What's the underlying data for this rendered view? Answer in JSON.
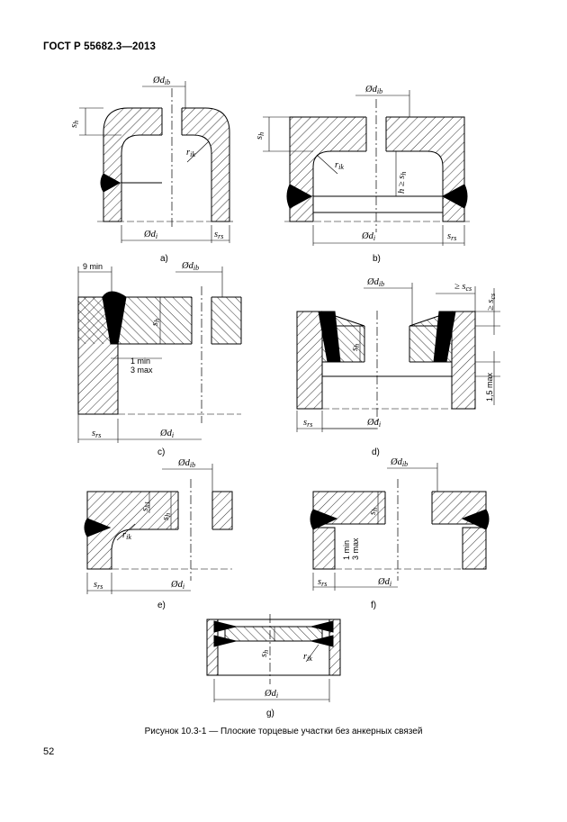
{
  "header": {
    "standard": "ГОСТ Р 55682.3—2013"
  },
  "figure": {
    "caption": "Рисунок 10.3-1 — Плоские торцевые участки без анкерных связей",
    "panels": {
      "a": {
        "label": "a)",
        "d_ib": "Ød",
        "d_i": "Ød",
        "sh": "s",
        "rik": "r",
        "srs": "s"
      },
      "b": {
        "label": "b)",
        "d_ib": "Ød",
        "d_i": "Ød",
        "sh": "s",
        "rik": "r",
        "h": "h ≥ s",
        "srs": "s"
      },
      "c": {
        "label": "c)",
        "min9": "9 min",
        "d_ib": "Ød",
        "d_i": "Ød",
        "sh": "s",
        "min1": "1 min",
        "max3": "3 max",
        "srs": "s"
      },
      "d": {
        "label": "d)",
        "d_ib": "Ød",
        "d_i": "Ød",
        "sh": "s",
        "scs1": "≥ s",
        "scs2": "≥ s",
        "max15": "1,5 max",
        "srs": "s"
      },
      "e": {
        "label": "e)",
        "d_ib": "Ød",
        "d_i": "Ød",
        "sh": "s",
        "sh1": "s",
        "rik": "r",
        "srs": "s"
      },
      "f": {
        "label": "f)",
        "d_ib": "Ød",
        "d_i": "Ød",
        "sh": "s",
        "min1": "1 min",
        "max3": "3 max",
        "srs": "s"
      },
      "g": {
        "label": "g)",
        "d_i": "Ød",
        "sh": "s",
        "rik": "r"
      }
    },
    "subscripts": {
      "ib": "ib",
      "i": "i",
      "h": "h",
      "h1": "h1",
      "ik": "ik",
      "rs": "rs",
      "cs": "cs"
    }
  },
  "page_number": "52"
}
